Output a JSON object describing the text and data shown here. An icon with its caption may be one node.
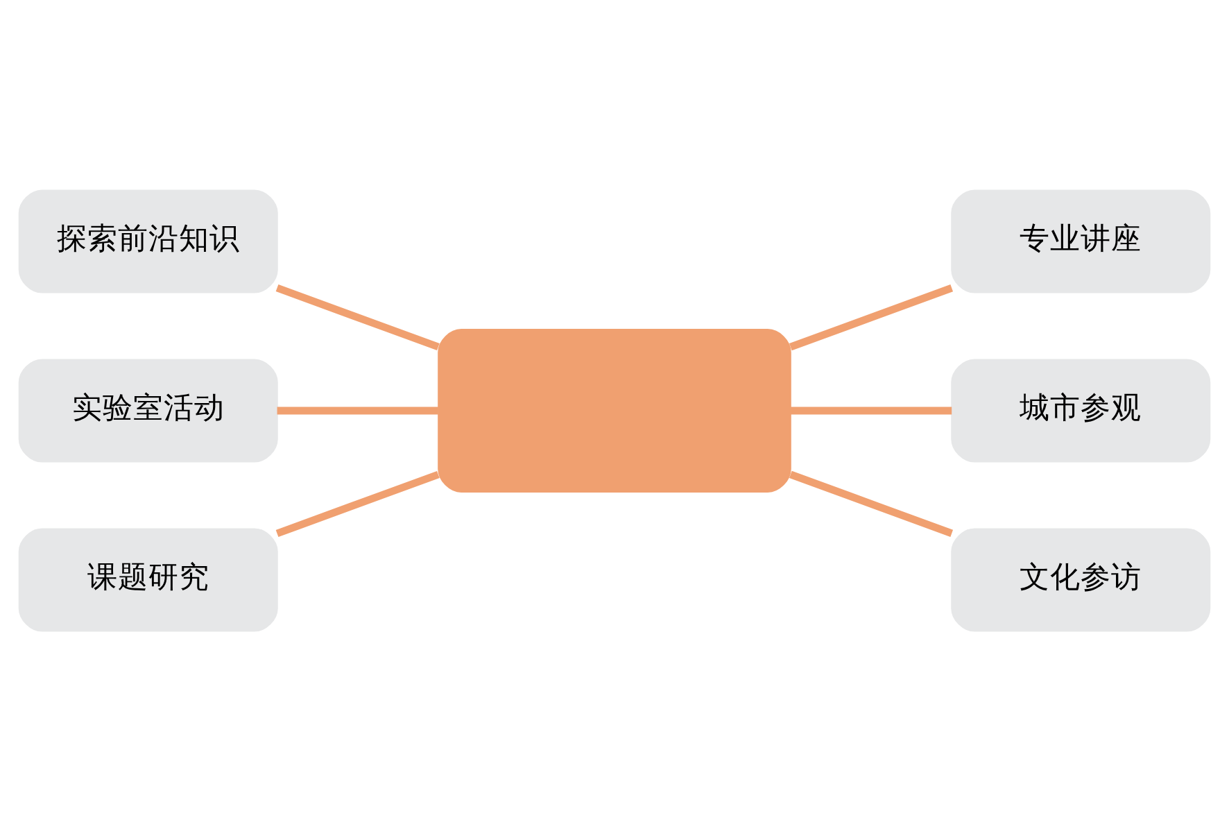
{
  "diagram": {
    "nodes": [
      {
        "text": [
          "探索前沿知识"
        ]
      },
      {
        "text": [
          "专业讲座"
        ]
      },
      {
        "text": [
          "实验室活动"
        ]
      },
      {
        "text": [],
        "shape": "box"
      },
      {
        "text": [
          "城市参观"
        ]
      },
      {
        "text": [
          "课题研究"
        ]
      },
      {
        "text": [
          "文化参访"
        ]
      }
    ],
    "edges": [
      {
        "from": 0,
        "to": 3,
        "arrow": "none"
      },
      {
        "from": 3,
        "to": 1,
        "arrow": "none"
      },
      {
        "from": 2,
        "to": 3,
        "arrow": "none"
      },
      {
        "from": 3,
        "to": 4,
        "arrow": "none"
      },
      {
        "from": 5,
        "to": 3,
        "arrow": "none"
      },
      {
        "from": 3,
        "to": 6,
        "arrow": "none"
      }
    ]
  }
}
